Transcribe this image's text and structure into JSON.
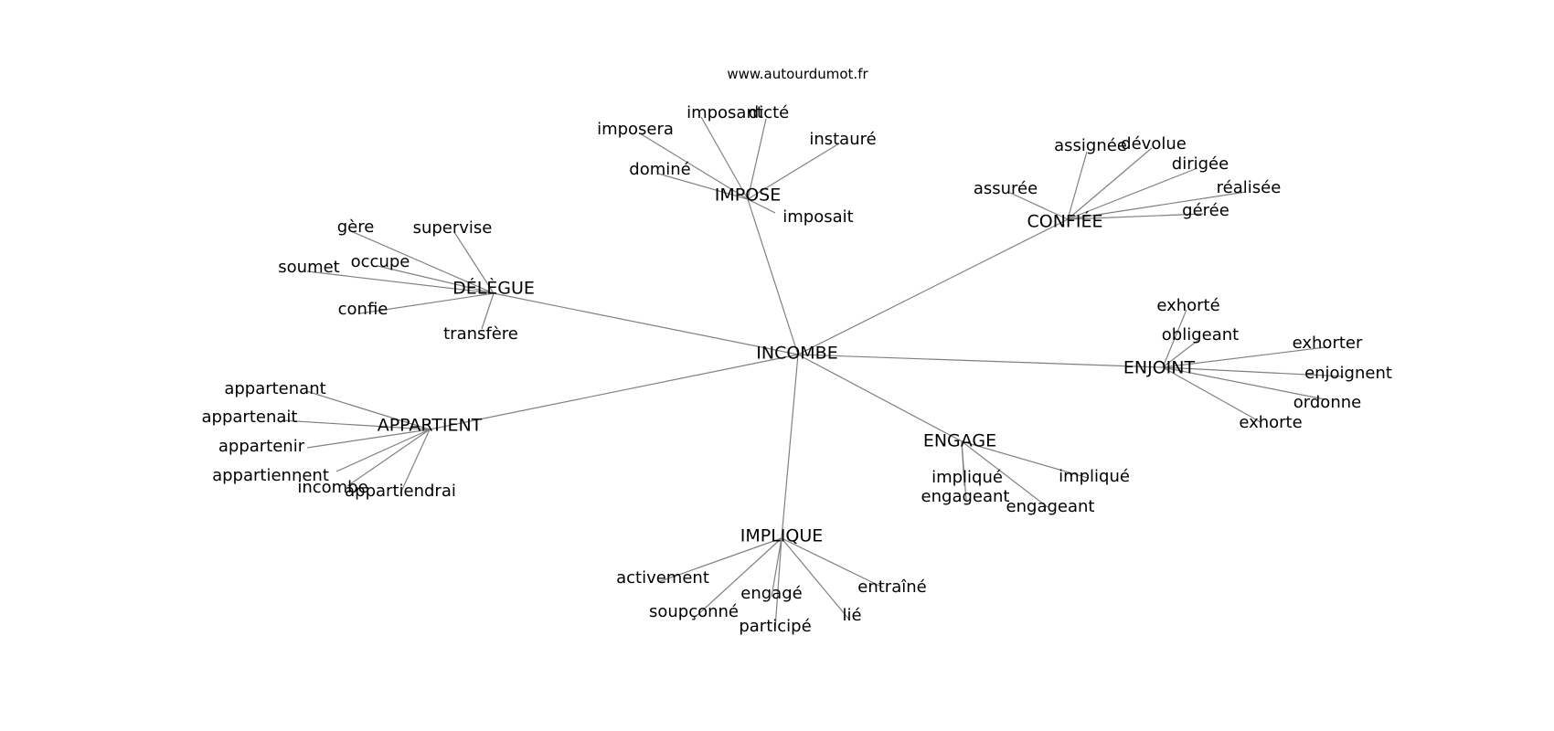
{
  "watermark": "www.autourdumot.fr",
  "root": "INCOMBE",
  "hubs": [
    {
      "id": "impose",
      "label": "IMPOSE",
      "words": [
        "imposant",
        "dicté",
        "imposera",
        "instauré",
        "dominé",
        "imposait"
      ]
    },
    {
      "id": "confiee",
      "label": "CONFIÉE",
      "words": [
        "assignée",
        "dévolue",
        "dirigée",
        "assurée",
        "réalisée",
        "gérée"
      ]
    },
    {
      "id": "delegue",
      "label": "DÉLÈGUE",
      "words": [
        "gère",
        "supervise",
        "occupe",
        "soumet",
        "confie",
        "transfère"
      ]
    },
    {
      "id": "enjoint",
      "label": "ENJOINT",
      "words": [
        "exhorté",
        "obligeant",
        "exhorter",
        "enjoignent",
        "ordonne",
        "exhorte"
      ]
    },
    {
      "id": "appartient",
      "label": "APPARTIENT",
      "words": [
        "appartenant",
        "appartenait",
        "appartenir",
        "appartiennent",
        "incombe",
        "appartiendrai"
      ]
    },
    {
      "id": "engage",
      "label": "ENGAGE",
      "words": [
        "impliqué",
        "impliqué",
        "engageant",
        "engageant"
      ]
    },
    {
      "id": "implique",
      "label": "IMPLIQUE",
      "words": [
        "activement",
        "engagé",
        "entraîné",
        "soupçonné",
        "participé",
        "lié"
      ]
    }
  ]
}
